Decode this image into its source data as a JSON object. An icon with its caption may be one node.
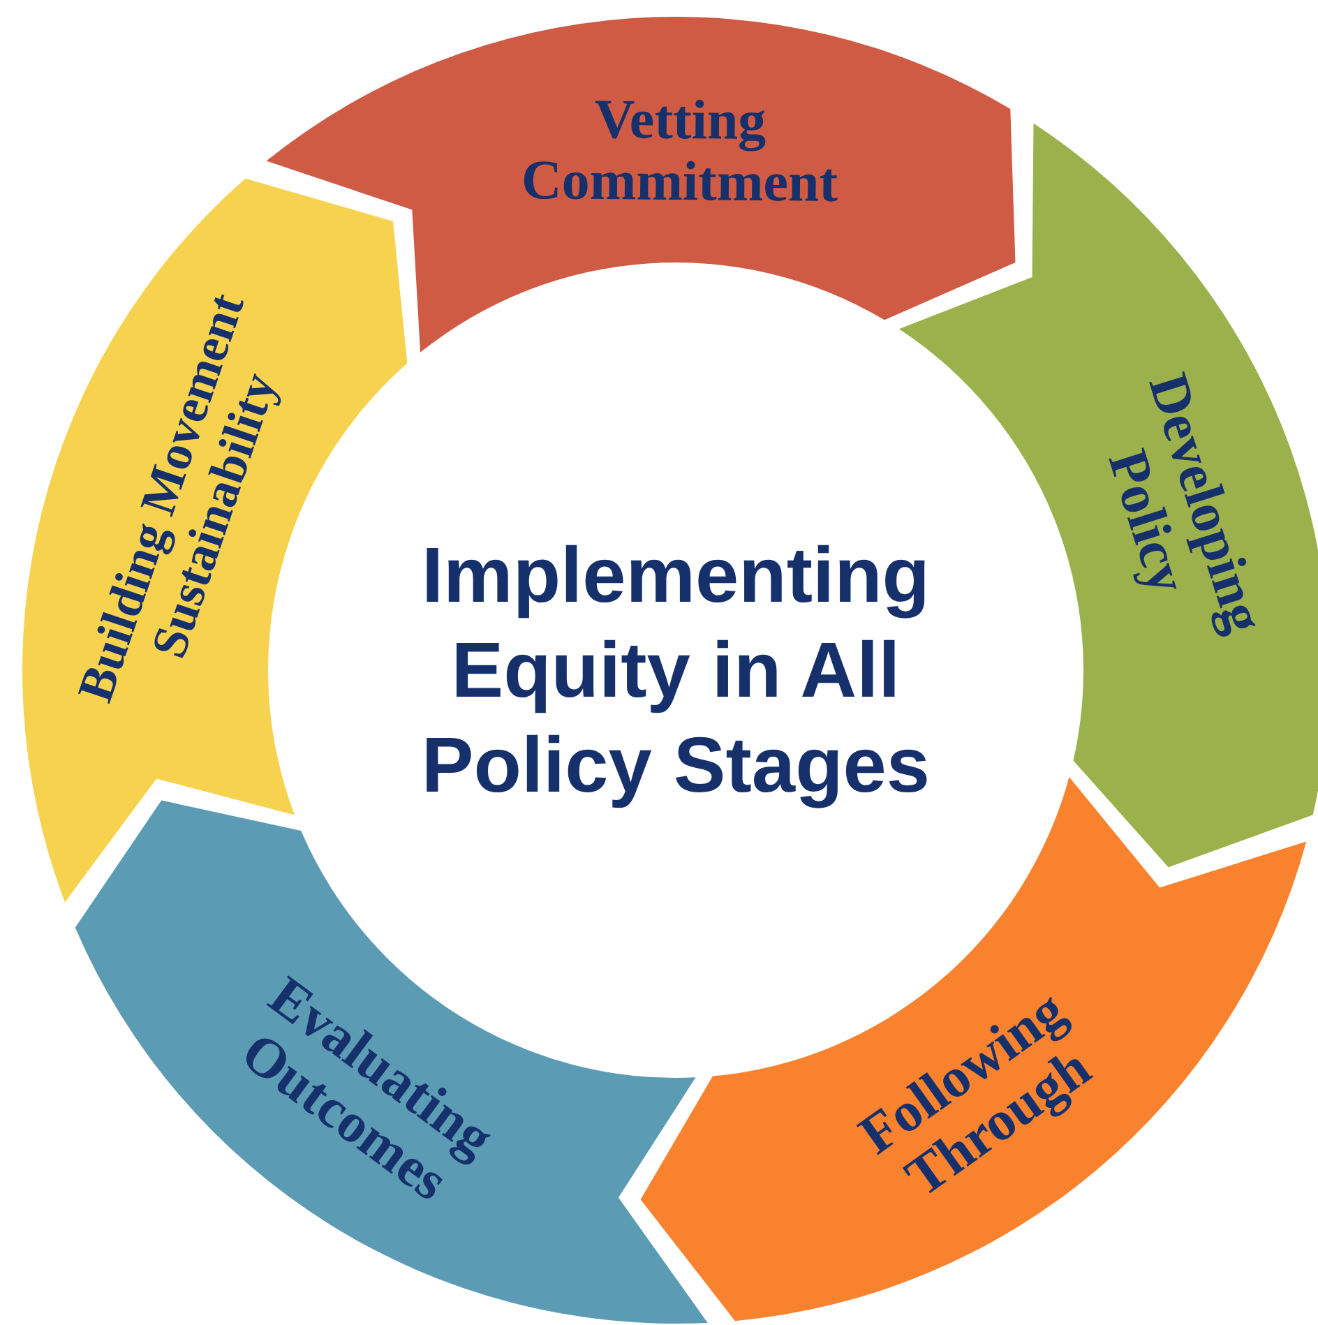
{
  "diagram": {
    "nodes": [
      {
        "text": [
          "Implementing Equity in All Policy Stages"
        ]
      },
      {
        "text": [
          "Vetting Commitment"
        ]
      },
      {
        "text": [
          "Developing Policy"
        ]
      },
      {
        "text": [
          "Following Through"
        ]
      },
      {
        "text": [
          "Evaluating Outcomes"
        ]
      },
      {
        "text": [
          "Building Movement Sustainability"
        ]
      }
    ]
  }
}
